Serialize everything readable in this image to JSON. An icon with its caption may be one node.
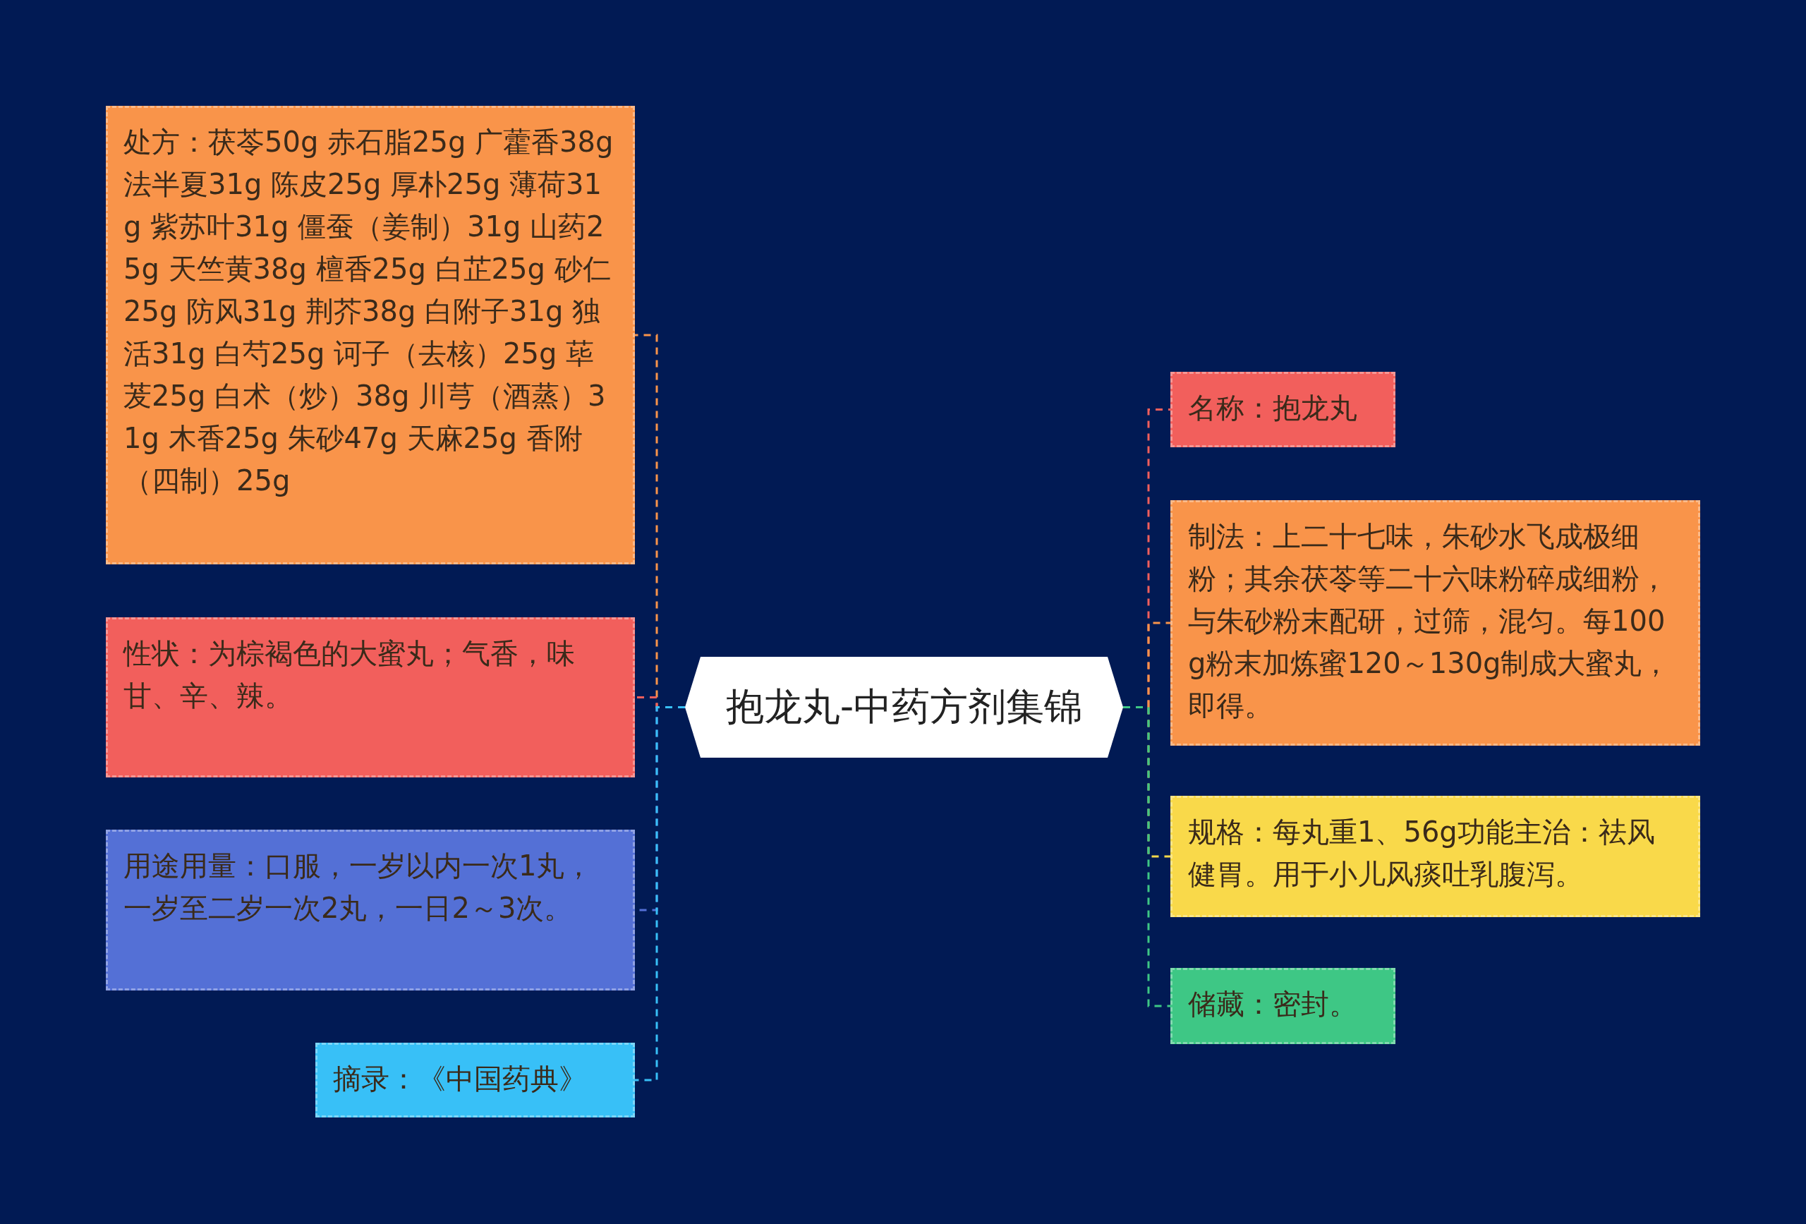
{
  "diagram": {
    "nodes": [
      {
        "text": [
          "抱龙丸-中药方剂集锦"
        ]
      },
      {
        "text": [
          "处方：茯苓50g 赤石脂25g 广藿香38g 法半夏31g 陈皮25g 厚朴25g 薄荷31g 紫苏叶31g 僵蚕（姜制）31g 山药25g 天竺黄38g 檀香25g 白芷25g 砂仁25g 防风31g 荆芥38g 白附子31g 独活31g 白芍25g 诃子（去核）25g 荜茇25g 白术（炒）38g 川芎（酒蒸）31g 木香25g 朱砂47g 天麻25g 香附（四制）25g"
        ]
      },
      {
        "text": [
          "性状：为棕褐色的大蜜丸；气香，味甘、辛、辣。"
        ]
      },
      {
        "text": [
          "用途用量：口服，一岁以内一次1丸，一岁至二岁一次2丸，一日2～3次。"
        ]
      },
      {
        "text": [
          "摘录：《中国药典》"
        ]
      },
      {
        "text": [
          "名称：抱龙丸"
        ]
      },
      {
        "text": [
          "制法：上二十七味，朱砂水飞成极细粉；其余茯苓等二十六味粉碎成细粉，与朱砂粉末配研，过筛，混匀。每100g粉末加炼蜜120～130g制成大蜜丸，即得。"
        ]
      },
      {
        "text": [
          "规格：每丸重1、56g功能主治：祛风健胃。用于小儿风痰吐乳腹泻。"
        ]
      },
      {
        "text": [
          "储藏：密封。"
        ]
      }
    ],
    "edges": [
      {
        "from": 0,
        "to": 1,
        "arrow": "none",
        "style": "dashed",
        "color": "#f9944a"
      },
      {
        "from": 0,
        "to": 2,
        "arrow": "none",
        "style": "dashed",
        "color": "#f25f5c"
      },
      {
        "from": 0,
        "to": 3,
        "arrow": "none",
        "style": "dashed",
        "color": "#5470d6"
      },
      {
        "from": 0,
        "to": 4,
        "arrow": "none",
        "style": "dashed",
        "color": "#38c0f7"
      },
      {
        "from": 0,
        "to": 5,
        "arrow": "none",
        "style": "dashed",
        "color": "#f25f5c"
      },
      {
        "from": 0,
        "to": 6,
        "arrow": "none",
        "style": "dashed",
        "color": "#f9944a"
      },
      {
        "from": 0,
        "to": 7,
        "arrow": "none",
        "style": "dashed",
        "color": "#f9d94a"
      },
      {
        "from": 0,
        "to": 8,
        "arrow": "none",
        "style": "dashed",
        "color": "#3ec785"
      }
    ]
  }
}
